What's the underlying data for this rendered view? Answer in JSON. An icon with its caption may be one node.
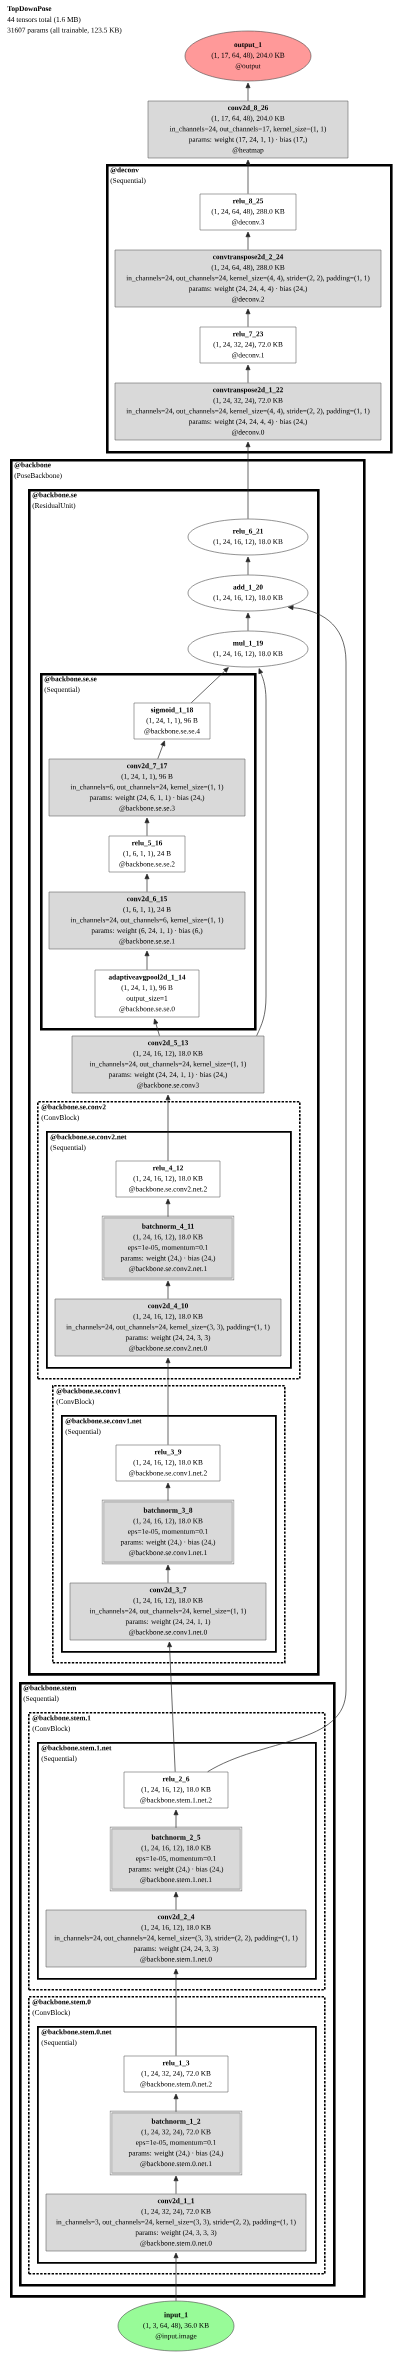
{
  "diagram": {
    "title": "TopDownPose",
    "labels": [
      "44 tensors total (1.6 MB)",
      "31607 params (all trainable, 123.5 KB)"
    ],
    "nodes": [
      {
        "text": [
          "output_1",
          "(1, 17, 64, 48), 204.0 KB",
          "@output"
        ]
      },
      {
        "text": [
          "conv2d_8_26",
          "(1, 17, 64, 48), 204.0 KB",
          "in_channels=24, out_channels=17, kernel_size=(1, 1)",
          "params: weight (17, 24, 1, 1) · bias (17,)",
          "@heatmap"
        ]
      },
      {
        "text": [
          "@deconv",
          "(Sequential)"
        ]
      },
      {
        "text": [
          "relu_8_25",
          "(1, 24, 64, 48), 288.0 KB",
          "@deconv.3"
        ],
        "in": 2
      },
      {
        "text": [
          "convtranspose2d_2_24",
          "(1, 24, 64, 48), 288.0 KB",
          "in_channels=24, out_channels=24, kernel_size=(4, 4), stride=(2, 2), padding=(1, 1)",
          "params: weight (24, 24, 4, 4) · bias (24,)",
          "@deconv.2"
        ],
        "in": 2
      },
      {
        "text": [
          "relu_7_23",
          "(1, 24, 32, 24), 72.0 KB",
          "@deconv.1"
        ],
        "in": 2
      },
      {
        "text": [
          "convtranspose2d_1_22",
          "(1, 24, 32, 24), 72.0 KB",
          "in_channels=24, out_channels=24, kernel_size=(4, 4), stride=(2, 2), padding=(1, 1)",
          "params: weight (24, 24, 4, 4) · bias (24,)",
          "@deconv.0"
        ],
        "in": 2
      },
      {
        "text": [
          "@backbone",
          "(PoseBackbone)"
        ]
      },
      {
        "text": [
          "@backbone.se",
          "(ResidualUnit)"
        ],
        "in": 7
      },
      {
        "text": [
          "relu_6_21",
          "(1, 24, 16, 12), 18.0 KB"
        ],
        "in": 8
      },
      {
        "text": [
          "add_1_20",
          "(1, 24, 16, 12), 18.0 KB"
        ],
        "in": 8
      },
      {
        "text": [
          "mul_1_19",
          "(1, 24, 16, 12), 18.0 KB"
        ],
        "in": 8
      },
      {
        "text": [
          "@backbone.se.se",
          "(Sequential)"
        ],
        "in": 8
      },
      {
        "text": [
          "sigmoid_1_18",
          "(1, 24, 1, 1), 96 B",
          "@backbone.se.se.4"
        ],
        "in": 12
      },
      {
        "text": [
          "conv2d_7_17",
          "(1, 24, 1, 1), 96 B",
          "in_channels=6, out_channels=24, kernel_size=(1, 1)",
          "params: weight (24, 6, 1, 1) · bias (24,)",
          "@backbone.se.se.3"
        ],
        "in": 12
      },
      {
        "text": [
          "relu_5_16",
          "(1, 6, 1, 1), 24 B",
          "@backbone.se.se.2"
        ],
        "in": 12
      },
      {
        "text": [
          "conv2d_6_15",
          "(1, 6, 1, 1), 24 B",
          "in_channels=24, out_channels=6, kernel_size=(1, 1)",
          "params: weight (6, 24, 1, 1) · bias (6,)",
          "@backbone.se.se.1"
        ],
        "in": 12
      },
      {
        "text": [
          "adaptiveavgpool2d_1_14",
          "(1, 24, 1, 1), 96 B",
          "output_size=1",
          "@backbone.se.se.0"
        ],
        "in": 12
      },
      {
        "text": [
          "conv2d_5_13",
          "(1, 24, 16, 12), 18.0 KB",
          "in_channels=24, out_channels=24, kernel_size=(1, 1)",
          "params: weight (24, 24, 1, 1) · bias (24,)",
          "@backbone.se.conv3"
        ],
        "in": 8
      },
      {
        "text": [
          "@backbone.se.conv2",
          "(ConvBlock)"
        ],
        "in": 8
      },
      {
        "text": [
          "@backbone.se.conv2.net",
          "(Sequential)"
        ],
        "in": 19
      },
      {
        "text": [
          "relu_4_12",
          "(1, 24, 16, 12), 18.0 KB",
          "@backbone.se.conv2.net.2"
        ],
        "in": 20
      },
      {
        "text": [
          "batchnorm_4_11",
          "(1, 24, 16, 12), 18.0 KB",
          "eps=1e-05, momentum=0.1",
          "params: weight (24,) · bias (24,)",
          "@backbone.se.conv2.net.1"
        ],
        "in": 20
      },
      {
        "text": [
          "conv2d_4_10",
          "(1, 24, 16, 12), 18.0 KB",
          "in_channels=24, out_channels=24, kernel_size=(3, 3), padding=(1, 1)",
          "params: weight (24, 24, 3, 3)",
          "@backbone.se.conv2.net.0"
        ],
        "in": 20
      },
      {
        "text": [
          "@backbone.se.conv1",
          "(ConvBlock)"
        ],
        "in": 8
      },
      {
        "text": [
          "@backbone.se.conv1.net",
          "(Sequential)"
        ],
        "in": 24
      },
      {
        "text": [
          "relu_3_9",
          "(1, 24, 16, 12), 18.0 KB",
          "@backbone.se.conv1.net.2"
        ],
        "in": 25
      },
      {
        "text": [
          "batchnorm_3_8",
          "(1, 24, 16, 12), 18.0 KB",
          "eps=1e-05, momentum=0.1",
          "params: weight (24,) · bias (24,)",
          "@backbone.se.conv1.net.1"
        ],
        "in": 25
      },
      {
        "text": [
          "conv2d_3_7",
          "(1, 24, 16, 12), 18.0 KB",
          "in_channels=24, out_channels=24, kernel_size=(1, 1)",
          "params: weight (24, 24, 1, 1)",
          "@backbone.se.conv1.net.0"
        ],
        "in": 25
      },
      {
        "text": [
          "@backbone.stem",
          "(Sequential)"
        ],
        "in": 7
      },
      {
        "text": [
          "@backbone.stem.1",
          "(ConvBlock)"
        ],
        "in": 29
      },
      {
        "text": [
          "@backbone.stem.1.net",
          "(Sequential)"
        ],
        "in": 30
      },
      {
        "text": [
          "relu_2_6",
          "(1, 24, 16, 12), 18.0 KB",
          "@backbone.stem.1.net.2"
        ],
        "in": 31
      },
      {
        "text": [
          "batchnorm_2_5",
          "(1, 24, 16, 12), 18.0 KB",
          "eps=1e-05, momentum=0.1",
          "params: weight (24,) · bias (24,)",
          "@backbone.stem.1.net.1"
        ],
        "in": 31
      },
      {
        "text": [
          "conv2d_2_4",
          "(1, 24, 16, 12), 18.0 KB",
          "in_channels=24, out_channels=24, kernel_size=(3, 3), stride=(2, 2), padding=(1, 1)",
          "params: weight (24, 24, 3, 3)",
          "@backbone.stem.1.net.0"
        ],
        "in": 31
      },
      {
        "text": [
          "@backbone.stem.0",
          "(ConvBlock)"
        ],
        "in": 29
      },
      {
        "text": [
          "@backbone.stem.0.net",
          "(Sequential)"
        ],
        "in": 35
      },
      {
        "text": [
          "relu_1_3",
          "(1, 24, 32, 24), 72.0 KB",
          "@backbone.stem.0.net.2"
        ],
        "in": 36
      },
      {
        "text": [
          "batchnorm_1_2",
          "(1, 24, 32, 24), 72.0 KB",
          "eps=1e-05, momentum=0.1",
          "params: weight (24,) · bias (24,)",
          "@backbone.stem.0.net.1"
        ],
        "in": 36
      },
      {
        "text": [
          "conv2d_1_1",
          "(1, 24, 32, 24), 72.0 KB",
          "in_channels=3, out_channels=24, kernel_size=(3, 3), stride=(2, 2), padding=(1, 1)",
          "params: weight (24, 3, 3, 3)",
          "@backbone.stem.0.net.0"
        ],
        "in": 36
      },
      {
        "text": [
          "input_1",
          "(1, 3, 64, 48), 36.0 KB",
          "@input.image"
        ]
      }
    ],
    "edges": [
      {
        "from": 40,
        "to": 39,
        "arrow": "to"
      },
      {
        "from": 39,
        "to": 38,
        "arrow": "to"
      },
      {
        "from": 38,
        "to": 37,
        "arrow": "to"
      },
      {
        "from": 37,
        "to": 34,
        "arrow": "to"
      },
      {
        "from": 34,
        "to": 33,
        "arrow": "to"
      },
      {
        "from": 33,
        "to": 32,
        "arrow": "to"
      },
      {
        "from": 32,
        "to": 28,
        "arrow": "to"
      },
      {
        "from": 32,
        "to": 10,
        "arrow": "to"
      },
      {
        "from": 28,
        "to": 27,
        "arrow": "to"
      },
      {
        "from": 27,
        "to": 26,
        "arrow": "to"
      },
      {
        "from": 26,
        "to": 23,
        "arrow": "to"
      },
      {
        "from": 23,
        "to": 22,
        "arrow": "to"
      },
      {
        "from": 22,
        "to": 21,
        "arrow": "to"
      },
      {
        "from": 21,
        "to": 18,
        "arrow": "to"
      },
      {
        "from": 18,
        "to": 17,
        "arrow": "to"
      },
      {
        "from": 18,
        "to": 11,
        "arrow": "to"
      },
      {
        "from": 17,
        "to": 16,
        "arrow": "to"
      },
      {
        "from": 16,
        "to": 15,
        "arrow": "to"
      },
      {
        "from": 15,
        "to": 14,
        "arrow": "to"
      },
      {
        "from": 14,
        "to": 13,
        "arrow": "to"
      },
      {
        "from": 13,
        "to": 11,
        "arrow": "to"
      },
      {
        "from": 11,
        "to": 10,
        "arrow": "to"
      },
      {
        "from": 10,
        "to": 9,
        "arrow": "to"
      },
      {
        "from": 9,
        "to": 6,
        "arrow": "to"
      },
      {
        "from": 6,
        "to": 5,
        "arrow": "to"
      },
      {
        "from": 5,
        "to": 4,
        "arrow": "to"
      },
      {
        "from": 4,
        "to": 3,
        "arrow": "to"
      },
      {
        "from": 3,
        "to": 1,
        "arrow": "to"
      },
      {
        "from": 1,
        "to": 0,
        "arrow": "to"
      }
    ]
  }
}
